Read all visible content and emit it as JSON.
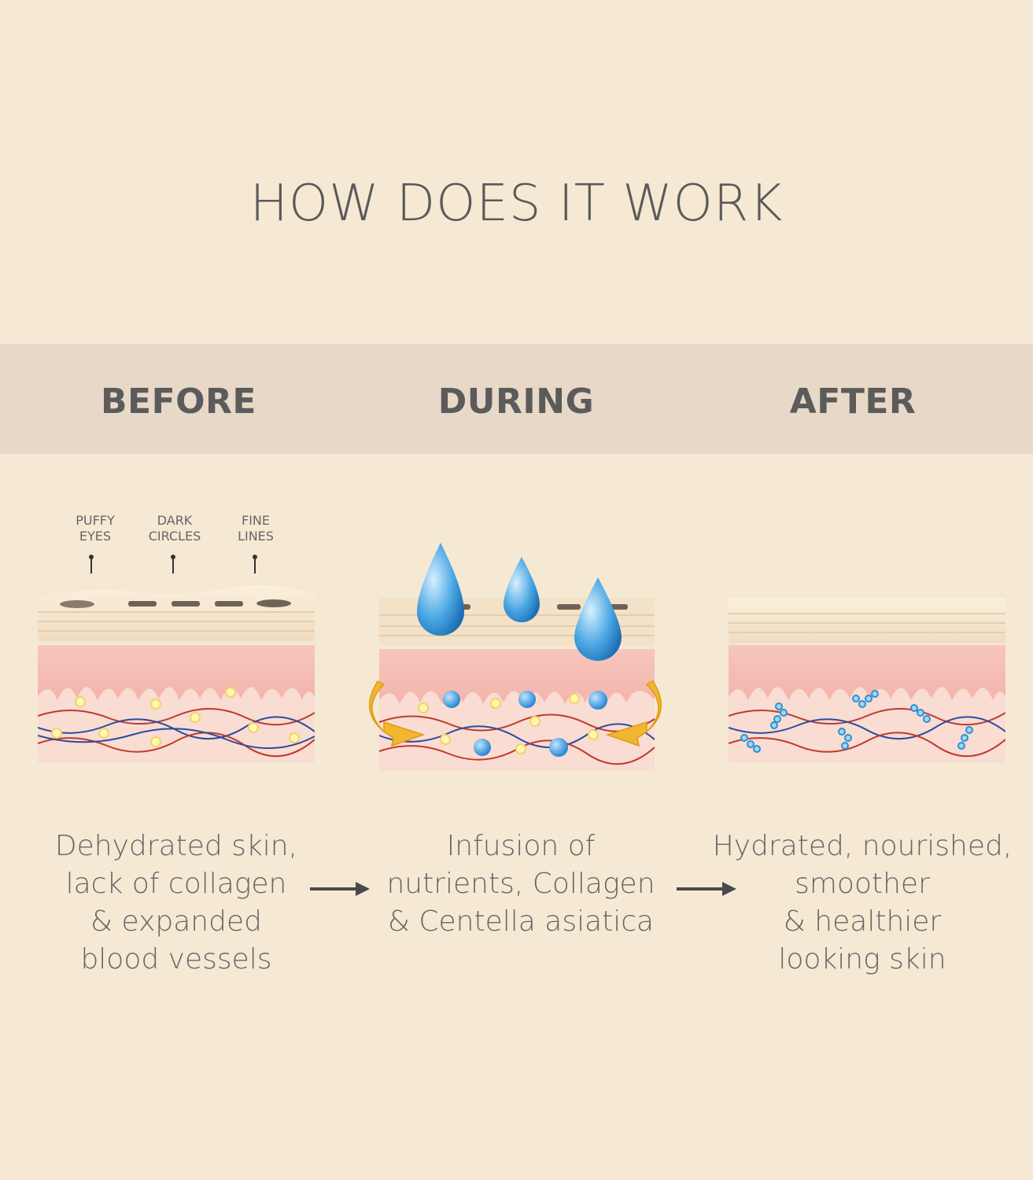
{
  "title": "HOW DOES IT WORK",
  "stages": [
    {
      "label": "BEFORE",
      "description": [
        "Dehydrated skin,",
        "lack of collagen",
        "& expanded",
        "blood vessels"
      ]
    },
    {
      "label": "DURING",
      "description": [
        "Infusion of",
        "nutrients, Collagen",
        "& Centella asiatica"
      ]
    },
    {
      "label": "AFTER",
      "description": [
        "Hydrated, nourished,",
        "smoother",
        "& healthier",
        "looking skin"
      ]
    }
  ],
  "callouts": [
    {
      "line1": "PUFFY",
      "line2": "EYES"
    },
    {
      "line1": "DARK",
      "line2": "CIRCLES"
    },
    {
      "line1": "FINE",
      "line2": "LINES"
    }
  ],
  "colors": {
    "background": "#f5e9d4",
    "band": "#e8d8c7",
    "skin": "#f2b8b0",
    "droplet": "#3a9ad9",
    "arrow_gold": "#f2b632"
  }
}
